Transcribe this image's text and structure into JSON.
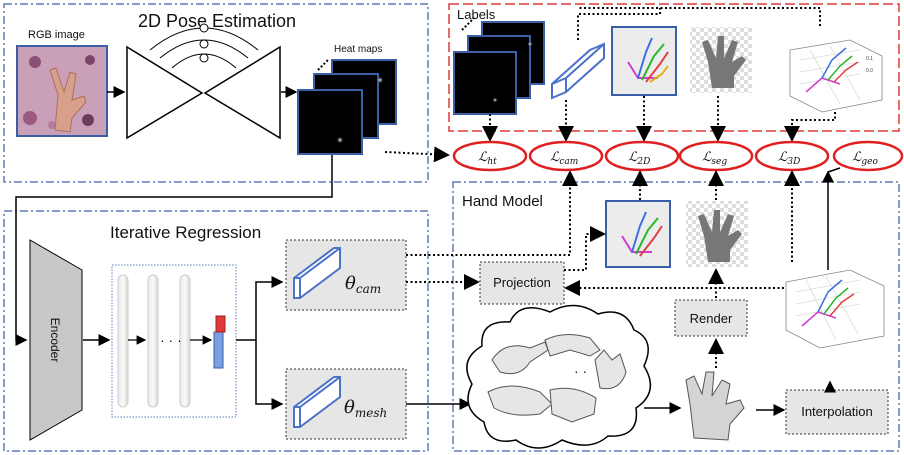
{
  "sections": {
    "pose2d": "2D Pose Estimation",
    "labels": "Labels",
    "regression": "Iterative Regression",
    "hand_model": "Hand Model"
  },
  "inputs": {
    "rgb_image": "RGB image",
    "heat_maps": "Heat maps"
  },
  "regression": {
    "encoder": "Encoder",
    "dots": "· · ·"
  },
  "params": {
    "theta_cam": "θ",
    "theta_cam_sub": "cam",
    "theta_mesh": "θ",
    "theta_mesh_sub": "mesh"
  },
  "hand_model": {
    "projection": "Projection",
    "render": "Render",
    "interpolation": "Interpolation",
    "cloud_dots": "· ·"
  },
  "losses": [
    {
      "main": "ℒ",
      "sub": "ht"
    },
    {
      "main": "ℒ",
      "sub": "cam"
    },
    {
      "main": "ℒ",
      "sub": "2D"
    },
    {
      "main": "ℒ",
      "sub": "seg"
    },
    {
      "main": "ℒ",
      "sub": "3D"
    },
    {
      "main": "ℒ",
      "sub": "geo"
    }
  ],
  "colors": {
    "section_border": "#5b7fb5",
    "labels_border": "#e03a3a",
    "loss_ellipse": "#e02020",
    "param_box_bg": "#e6e6e6",
    "cuboid": "#4a72c8"
  }
}
